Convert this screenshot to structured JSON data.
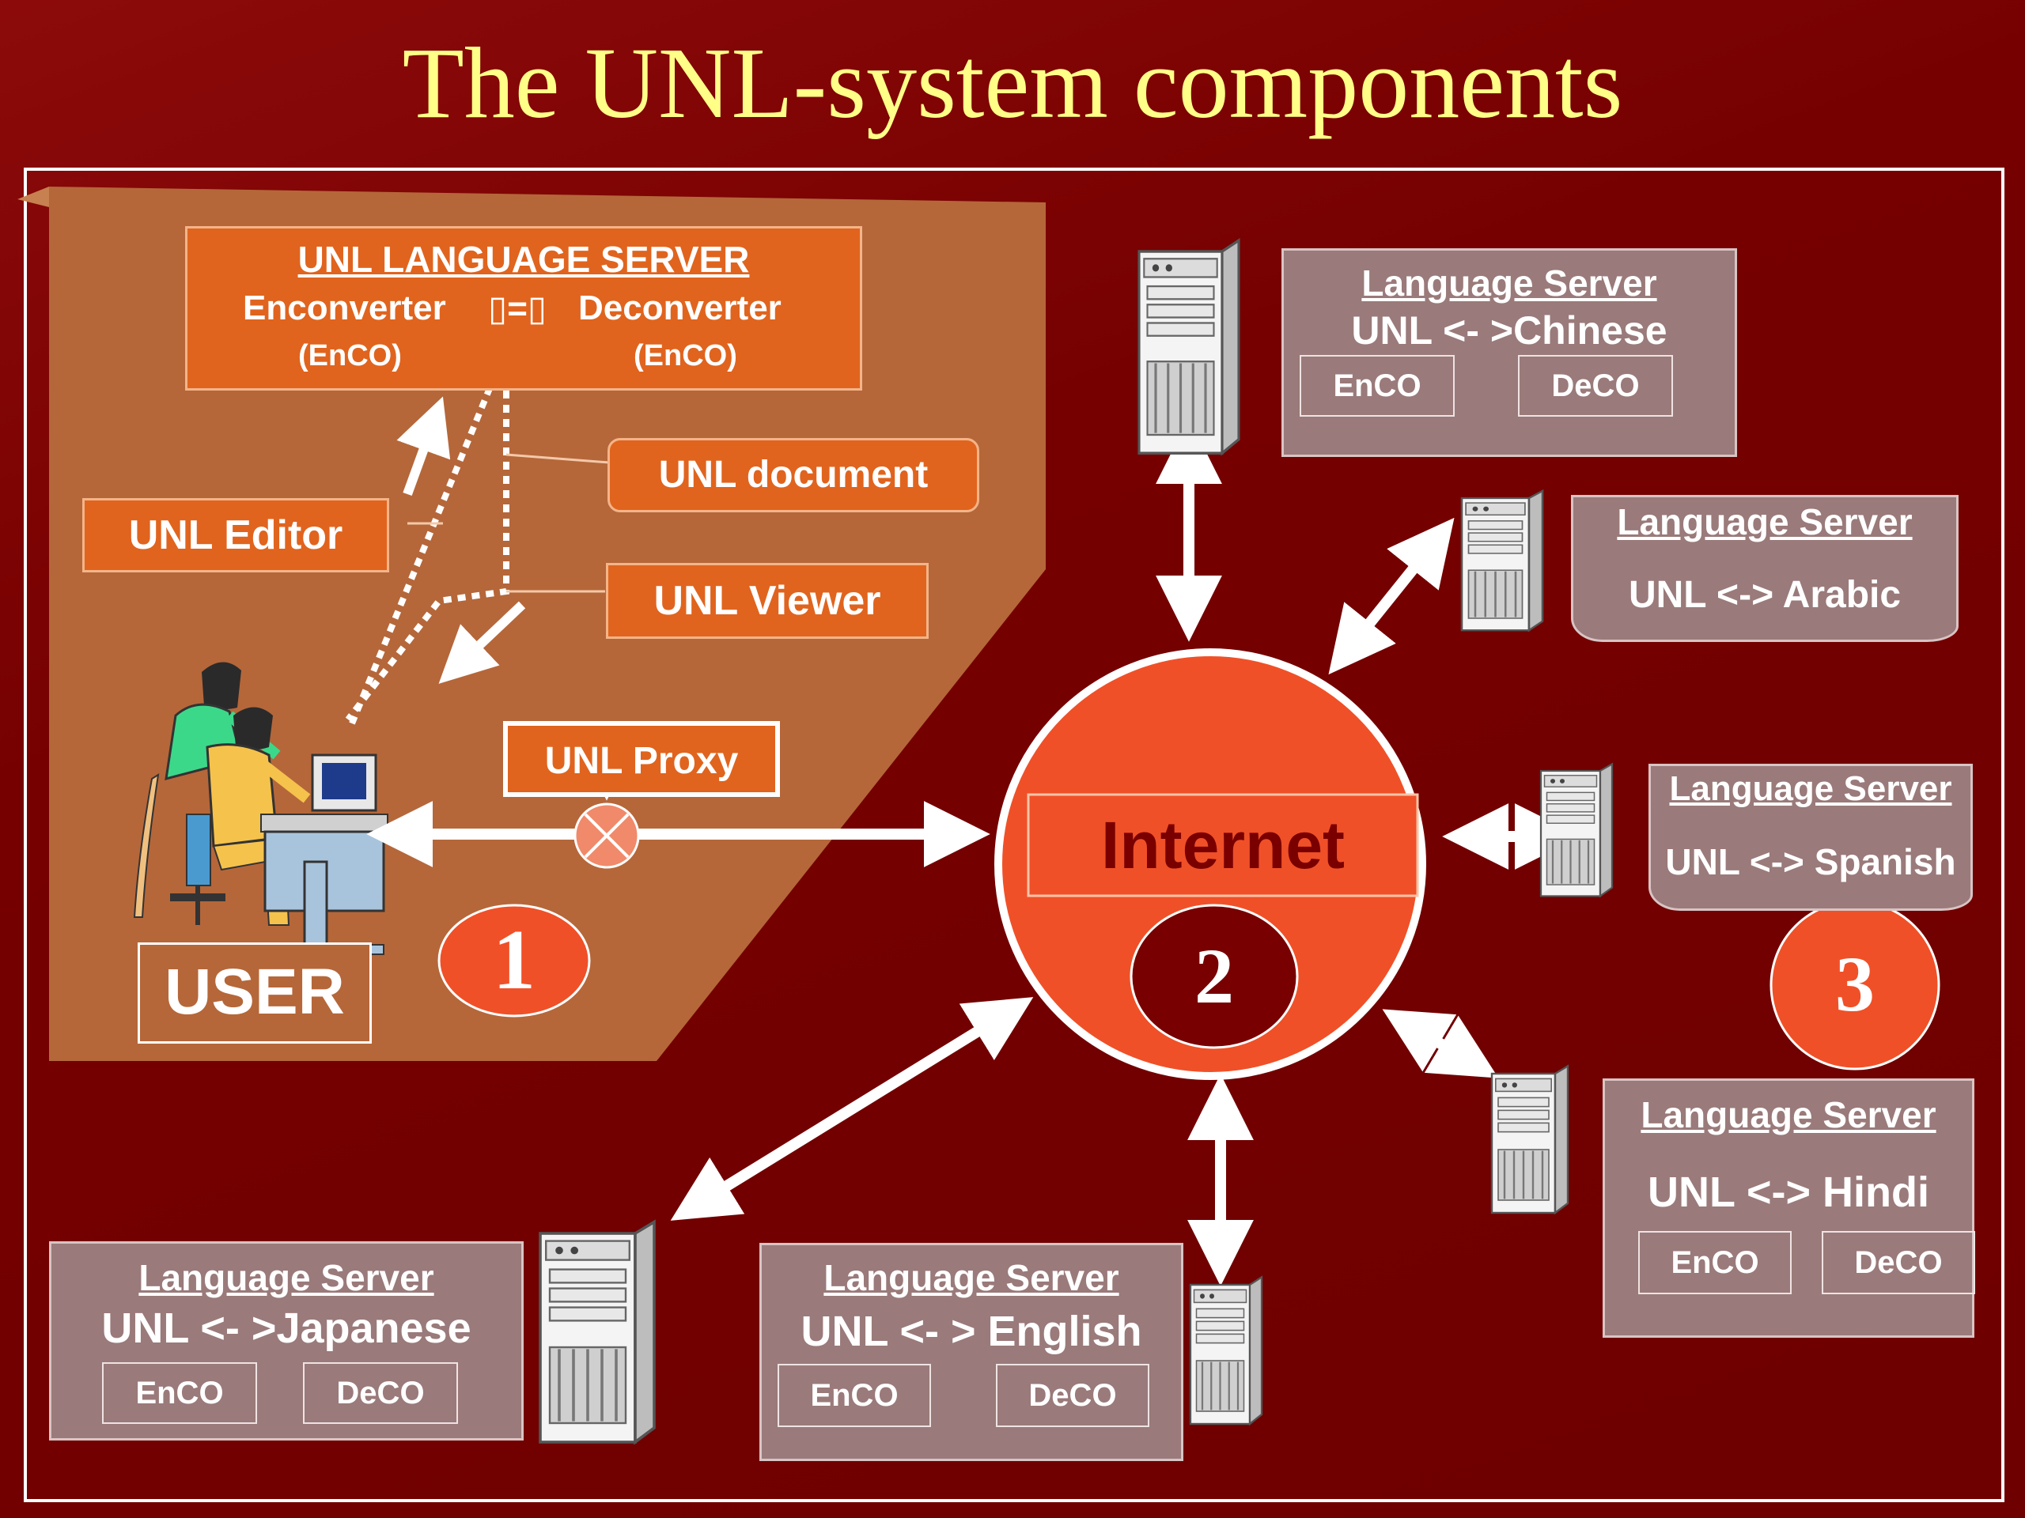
{
  "title": "The UNL-system components",
  "unl_language_server": {
    "title": "UNL LANGUAGE SERVER",
    "enconverter": "Enconverter",
    "exchange_glyph": "▯=▯",
    "deconverter": "Deconverter",
    "enco_left": "(EnCO)",
    "enco_right": "(EnCO)"
  },
  "unl_document": "UNL document",
  "unl_editor": "UNL Editor",
  "unl_viewer": "UNL Viewer",
  "unl_proxy": "UNL Proxy",
  "user": "USER",
  "internet": "Internet",
  "markers": [
    "1",
    "2",
    "3"
  ],
  "language_servers": [
    {
      "id": "chinese",
      "heading": "Language Server",
      "pair": "UNL <-  >Chinese",
      "enco": "EnCO",
      "deco": "DeCO"
    },
    {
      "id": "arabic",
      "heading": "Language Server",
      "pair": "UNL <-> Arabic"
    },
    {
      "id": "spanish",
      "heading": "Language Server",
      "pair": "UNL <-> Spanish"
    },
    {
      "id": "hindi",
      "heading": "Language Server",
      "pair": "UNL <->  Hindi",
      "enco": "EnCO",
      "deco": "DeCO"
    },
    {
      "id": "english",
      "heading": "Language Server",
      "pair": "UNL <-  > English",
      "enco": "EnCO",
      "deco": "DeCO"
    },
    {
      "id": "japanese",
      "heading": "Language Server",
      "pair": "UNL <-  >Japanese",
      "enco": "EnCO",
      "deco": "DeCO"
    }
  ],
  "colors": {
    "background": "#760000",
    "title": "#ffff88",
    "panel": "#b5673a",
    "orange_box": "#e0641e",
    "internet": "#f05028",
    "gray_box": "#9a7a7a"
  }
}
